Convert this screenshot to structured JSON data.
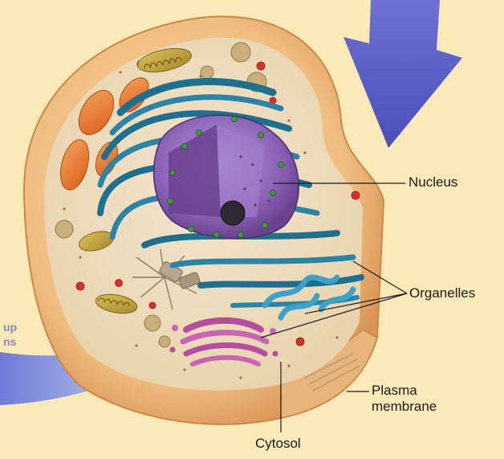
{
  "colors": {
    "background": "#fbeab8",
    "arrow": "#5a5fc8",
    "er_blue": "#1f6f8f",
    "nucleus_purple": "#7a4fa0",
    "mitochondria_orange": "#e8782a",
    "golgi_pink": "#b44fa0",
    "membrane_tan": "#f2c58f"
  },
  "labels": {
    "nucleus": "Nucleus",
    "organelles": "Organelles",
    "plasma_membrane_line1": "Plasma",
    "plasma_membrane_line2": "membrane",
    "cytosol": "Cytosol"
  },
  "cropped_text": {
    "line1": "up",
    "line2": "ns"
  }
}
